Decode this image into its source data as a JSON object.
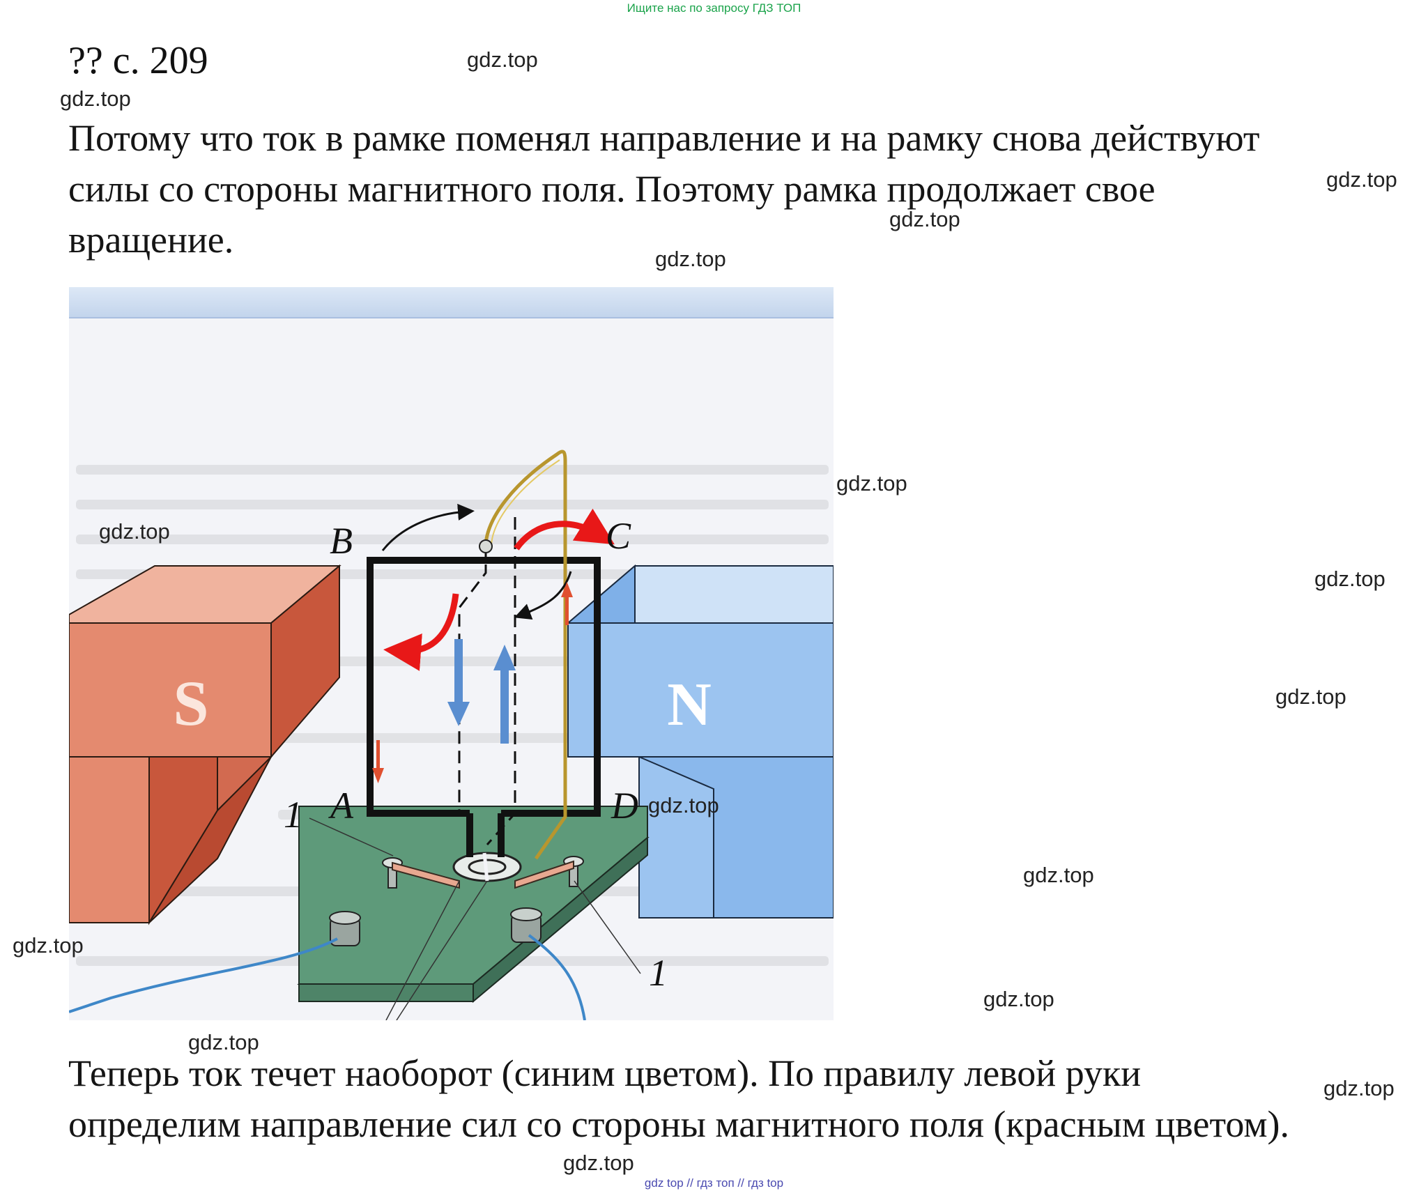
{
  "banner_top": "Ищите нас по запросу ГДЗ ТОП",
  "heading": "?? с. 209",
  "paragraph_1_lines": [
    "Потому что ток в рамке поменял направление и на рамку снова действуют",
    "силы со стороны магнитного поля. Поэтому рамка продолжает свое",
    "вращение."
  ],
  "figure": {
    "label_B": "B",
    "label_C": "C",
    "label_A": "A",
    "label_D": "D",
    "label_1_left": "1",
    "label_1_right": "1",
    "pole_S": "S",
    "pole_N": "N",
    "colors": {
      "south_magnet": "#e07a60",
      "north_magnet": "#6aa2e4",
      "base": "#5e9a7a",
      "force_arrow": "#e81818",
      "current_arrow_blue": "#5a8ed0",
      "current_arrow_red": "#e05030"
    }
  },
  "paragraph_2_lines": [
    "Теперь ток течет наоборот (синим цветом). По правилу левой руки",
    "определим направление сил со стороны магнитного поля (красным цветом)."
  ],
  "watermark": "gdz.top",
  "banner_bottom": "gdz top // гдз топ // гдз top"
}
